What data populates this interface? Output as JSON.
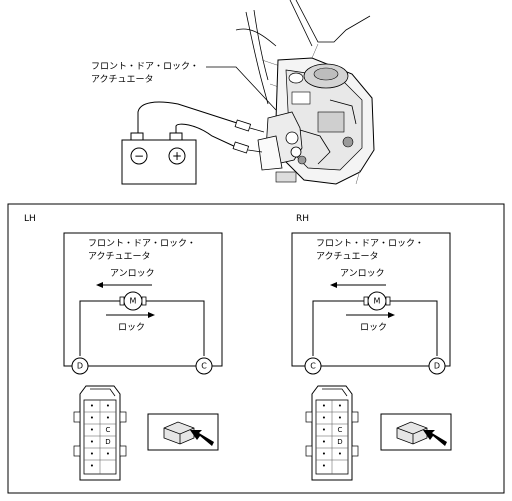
{
  "top_diagram": {
    "actuator_label_line1": "フロント・ドア・ロック・",
    "actuator_label_line2": "アクチュエータ",
    "battery_negative": "−",
    "battery_positive": "+"
  },
  "panels": [
    {
      "side_label": "LH",
      "actuator_line1": "フロント・ドア・ロック・",
      "actuator_line2": "アクチュエータ",
      "unlock_label": "アンロック",
      "lock_label": "ロック",
      "motor_label": "M",
      "terminal_left": "D",
      "terminal_right": "C",
      "pins": [
        "C",
        "D"
      ]
    },
    {
      "side_label": "RH",
      "actuator_line1": "フロント・ドア・ロック・",
      "actuator_line2": "アクチュエータ",
      "unlock_label": "アンロック",
      "lock_label": "ロック",
      "motor_label": "M",
      "terminal_left": "C",
      "terminal_right": "D",
      "pins": [
        "C",
        "D"
      ]
    }
  ]
}
